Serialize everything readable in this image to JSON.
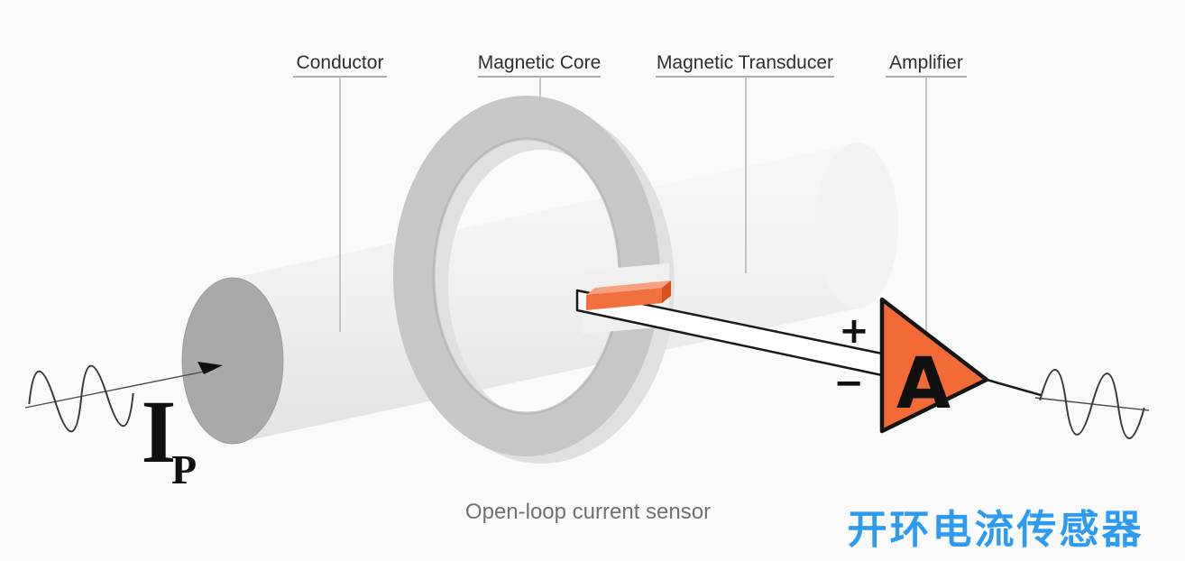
{
  "diagram": {
    "labels": [
      {
        "text": "Conductor"
      },
      {
        "text": "Magnetic Core"
      },
      {
        "text": "Magnetic Transducer"
      },
      {
        "text": "Amplifier"
      }
    ],
    "amplifier": {
      "letter": "A",
      "plus": "+",
      "minus": "−"
    },
    "current": {
      "symbol": "I",
      "subscript": "P"
    },
    "caption": "Open-loop current sensor",
    "caption_zh": "开环电流传感器",
    "colors": {
      "background": "#FAFAFA",
      "accent_orange": "#F26A35",
      "chip_orange": "#F2703D",
      "title_blue": "#2E9BF2",
      "core_gray": "#C7C7C7",
      "conductor_gray": "#EFEFEF",
      "caption_gray": "#717171"
    }
  }
}
